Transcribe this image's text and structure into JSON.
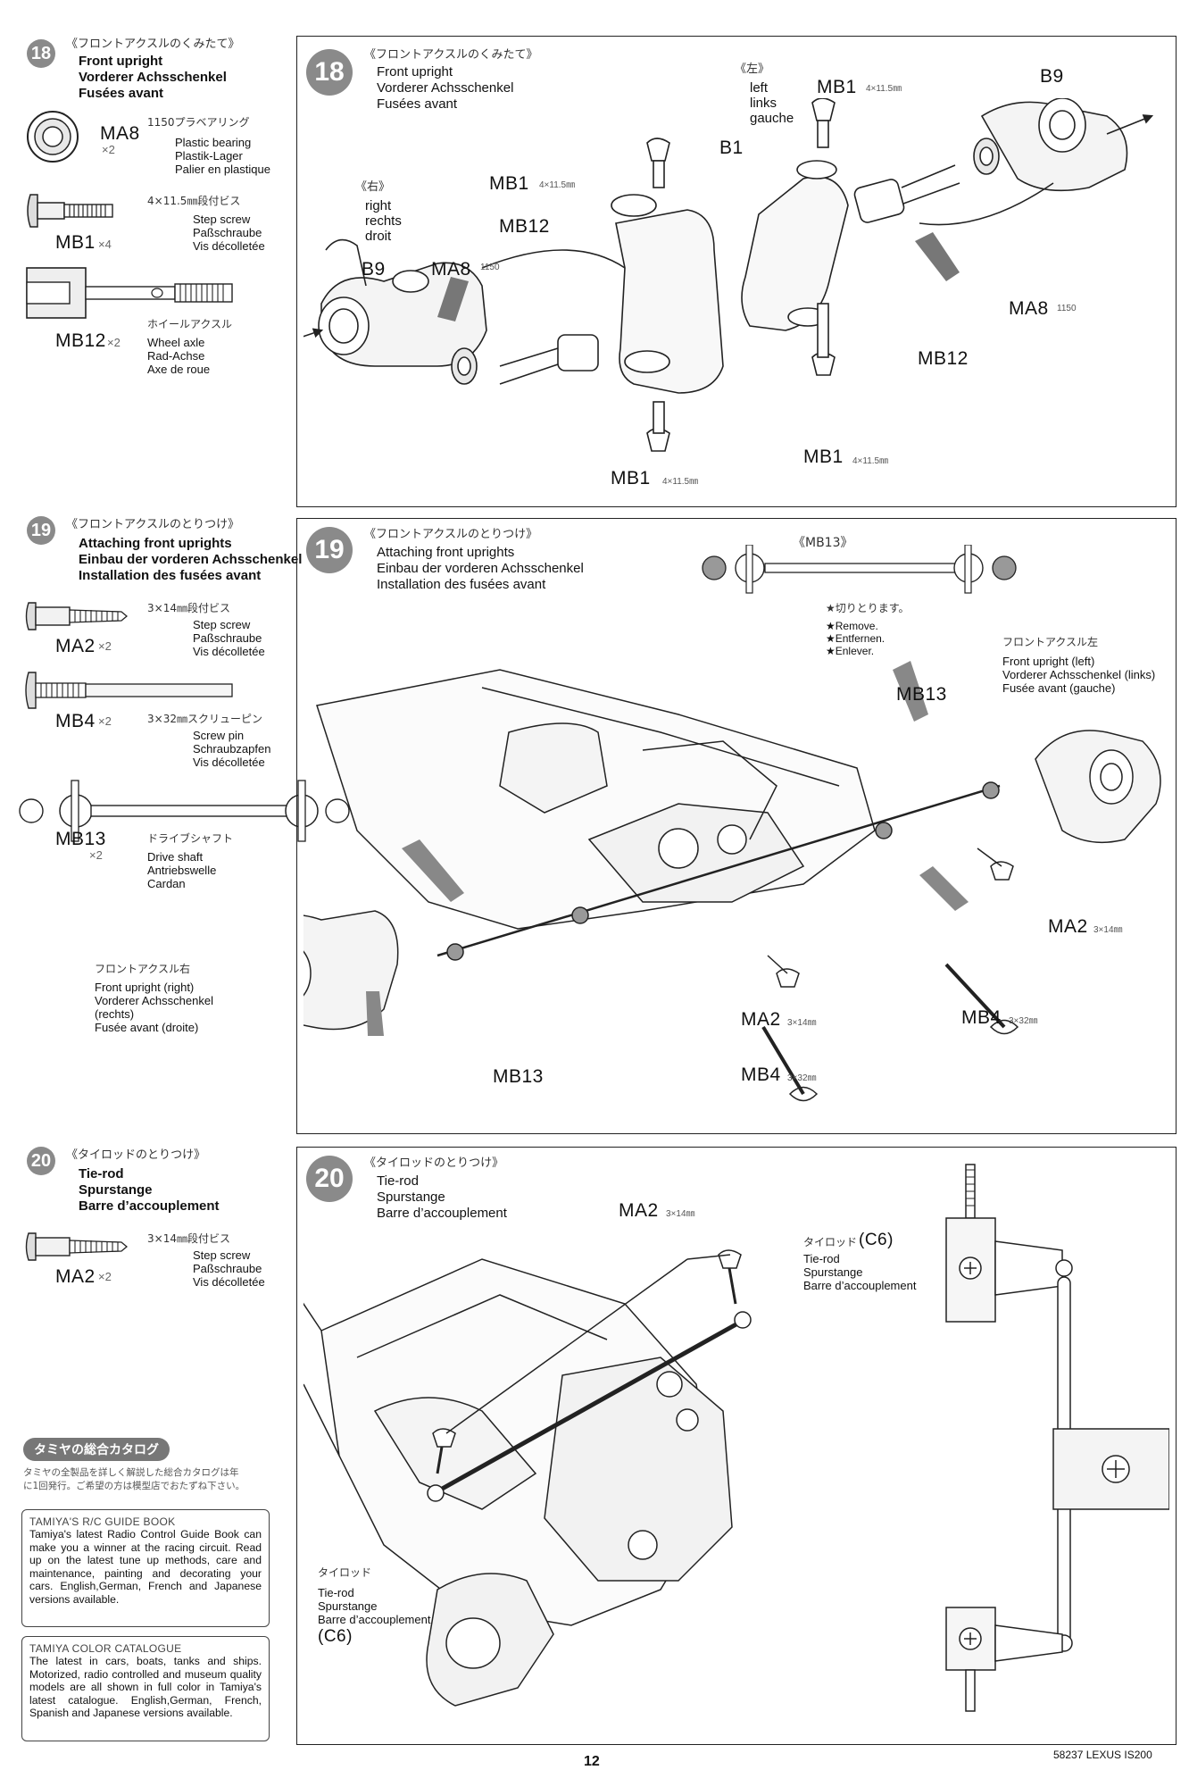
{
  "step18": {
    "number": "18",
    "jp_title": "《フロントアクスルのくみたて》",
    "title_en": "Front upright",
    "title_de": "Vorderer Achsschenkel",
    "title_fr": "Fusées avant",
    "parts": [
      {
        "code": "MA8",
        "qty": "×2",
        "jp": "1150プラベアリング",
        "en": "Plastic bearing",
        "de": "Plastik-Lager",
        "fr": "Palier en plastique",
        "icon": "bearing-icon"
      },
      {
        "code": "MB1",
        "qty": "×4",
        "jp": "4×11.5㎜段付ビス",
        "en": "Step screw",
        "de": "Paßschraube",
        "fr": "Vis décolletée",
        "icon": "step-screw-icon"
      },
      {
        "code": "MB12",
        "qty": "×2",
        "jp": "ホイールアクスル",
        "en": "Wheel axle",
        "de": "Rad-Achse",
        "fr": "Axe de roue",
        "icon": "wheel-axle-icon"
      }
    ],
    "panel": {
      "labels": {
        "left_jp": "《左》",
        "left_en": "left",
        "left_de": "links",
        "left_fr": "gauche",
        "right_jp": "《右》",
        "right_en": "right",
        "right_de": "rechts",
        "right_fr": "droit",
        "b1": "B1",
        "b9": "B9",
        "ma8": "MA8",
        "mb1": "MB1",
        "mb12": "MB12",
        "size_mb1": "4×11.5㎜",
        "size_ma8": "1150"
      }
    }
  },
  "step19": {
    "number": "19",
    "jp_title": "《フロントアクスルのとりつけ》",
    "title_en": "Attaching front uprights",
    "title_de": "Einbau der vorderen Achsschenkel",
    "title_fr": "Installation des fusées avant",
    "parts": [
      {
        "code": "MA2",
        "qty": "×2",
        "jp": "3×14㎜段付ビス",
        "en": "Step screw",
        "de": "Paßschraube",
        "fr": "Vis décolletée",
        "icon": "step-screw-icon"
      },
      {
        "code": "MB4",
        "qty": "×2",
        "jp": "3×32㎜スクリューピン",
        "en": "Screw pin",
        "de": "Schraubzapfen",
        "fr": "Vis décolletée",
        "icon": "screw-pin-icon"
      },
      {
        "code": "MB13",
        "qty": "×2",
        "jp": "ドライブシャフト",
        "en": "Drive shaft",
        "de": "Antriebswelle",
        "fr": "Cardan",
        "icon": "drive-shaft-icon"
      }
    ],
    "panel": {
      "mb13_inset": "《MB13》",
      "remove_jp": "★切りとります。",
      "remove_en": "★Remove.",
      "remove_de": "★Entfernen.",
      "remove_fr": "★Enlever.",
      "upright_left_jp": "フロントアクスル左",
      "upright_left_en": "Front upright (left)",
      "upright_left_de": "Vorderer Achsschenkel (links)",
      "upright_left_fr": "Fusée avant (gauche)",
      "upright_right_jp": "フロントアクスル右",
      "upright_right_en": "Front upright (right)",
      "upright_right_de": "Vorderer Achsschenkel",
      "upright_right_de2": "(rechts)",
      "upright_right_fr": "Fusée avant (droite)",
      "mb13": "MB13",
      "ma2": "MA2",
      "mb4": "MB4",
      "size_ma2": "3×14㎜",
      "size_mb4": "3×32㎜"
    }
  },
  "step20": {
    "number": "20",
    "jp_title": "《タイロッドのとりつけ》",
    "title_en": "Tie-rod",
    "title_de": "Spurstange",
    "title_fr": "Barre d’accouplement",
    "parts": [
      {
        "code": "MA2",
        "qty": "×2",
        "jp": "3×14㎜段付ビス",
        "en": "Step screw",
        "de": "Paßschraube",
        "fr": "Vis décolletée",
        "icon": "step-screw-icon"
      }
    ],
    "panel": {
      "ma2": "MA2",
      "size_ma2": "3×14㎜",
      "tierod_jp": "タイロッド",
      "tierod_code": "(C6)",
      "tierod_en": "Tie-rod",
      "tierod_de": "Spurstange",
      "tierod_fr": "Barre d’accouplement"
    }
  },
  "catalogue": {
    "jp_heading": "タミヤの総合カタログ",
    "jp_text_1": "タミヤの全製品を詳しく解説した総合カタログは年",
    "jp_text_2": "に1回発行。ご希望の方は模型店でおたずね下さい。",
    "rc_title": "TAMIYA'S R/C GUIDE BOOK",
    "rc_text": "Tamiya's latest Radio Control Guide Book can make you a winner at the racing circuit. Read up on the latest tune up methods, care and maintenance, painting and decorating your cars. English,German, French and Japanese versions available.",
    "color_title": "TAMIYA COLOR CATALOGUE",
    "color_text": "The latest in cars, boats, tanks and ships. Motorized, radio controlled and museum quality models are all shown in full color in Tamiya's latest catalogue. English,German, French, Spanish and Japanese versions available."
  },
  "footer": {
    "page_number": "12",
    "product": "58237 LEXUS IS200"
  }
}
